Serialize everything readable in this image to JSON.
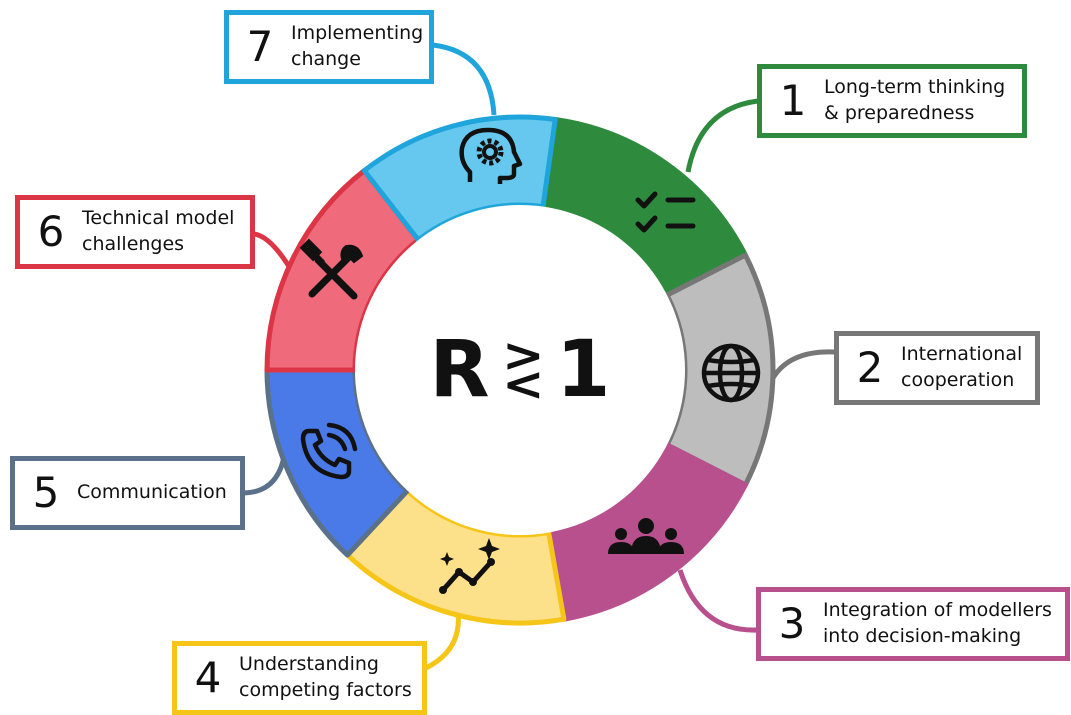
{
  "center": {
    "left": "R",
    "sym_top": ">",
    "sym_bottom": "<",
    "right": "1"
  },
  "colors": {
    "green": "#2e8b3e",
    "gray": "#bdbdbd",
    "gray_border": "#777777",
    "purple": "#b8508e",
    "yellow": "#fde08a",
    "yellow_border": "#f5c518",
    "blue": "#4a7ae8",
    "slate": "#5b7189",
    "red": "#ef6b7b",
    "red_border": "#dc3545",
    "light_blue": "#66c8ee",
    "cyan_border": "#1fa5db"
  },
  "items": [
    {
      "number": "1",
      "label": "Long-term thinking\n& preparedness",
      "icon": "checklist-icon"
    },
    {
      "number": "2",
      "label": "International\ncooperation",
      "icon": "globe-icon"
    },
    {
      "number": "3",
      "label": "Integration of modellers\ninto decision-making",
      "icon": "group-icon"
    },
    {
      "number": "4",
      "label": "Understanding\ncompeting factors",
      "icon": "trend-sparkle-icon"
    },
    {
      "number": "5",
      "label": "Communication",
      "icon": "phone-icon"
    },
    {
      "number": "6",
      "label": "Technical model\nchallenges",
      "icon": "tools-icon"
    },
    {
      "number": "7",
      "label": "Implementing\nchange",
      "icon": "head-gear-icon"
    }
  ]
}
